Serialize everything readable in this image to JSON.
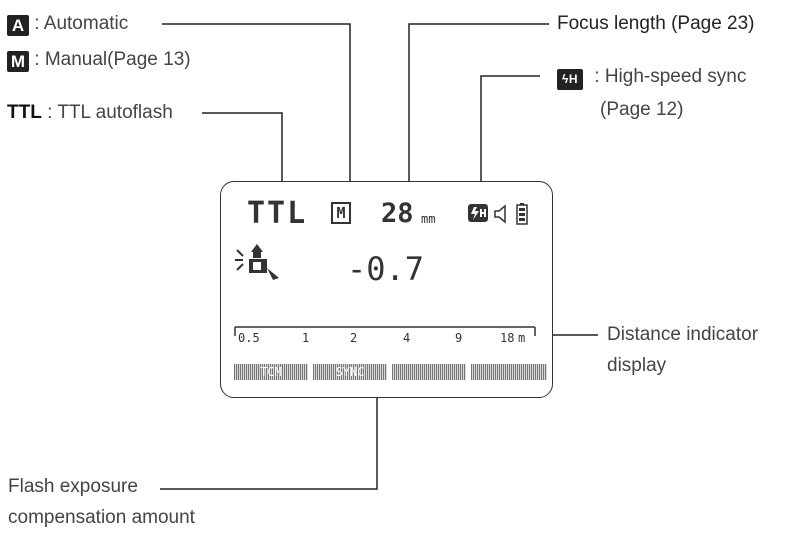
{
  "labels": {
    "auto_badge": "A",
    "auto_text": ": Automatic",
    "manual_badge": "M",
    "manual_text": ": Manual(Page 13)",
    "ttl_key": "TTL",
    "ttl_text": ": TTL autoflash",
    "focus_length": "Focus length (Page 23)",
    "hss_badge": "ϟH",
    "hss_text_1": ": High-speed sync",
    "hss_text_2": "(Page 12)",
    "distance_1": "Distance indicator",
    "distance_2": "display",
    "fec_1": "Flash exposure",
    "fec_2": "compensation amount"
  },
  "lcd": {
    "mode": "TTL",
    "mode_icon": "M",
    "focal": "28",
    "focal_unit": "mm",
    "fec_value": "-0.7",
    "distance_ticks": [
      "0.5",
      "1",
      "2",
      "4",
      "9",
      "18"
    ],
    "distance_unit": "m",
    "softkeys": [
      "TCM",
      "SYNC",
      "",
      ""
    ]
  },
  "icons": {
    "hss_icon": "lightning-h-icon",
    "speaker_icon": "speaker-icon",
    "battery_icon": "battery-icon",
    "zoom_icon": "head-zoom-icon"
  }
}
